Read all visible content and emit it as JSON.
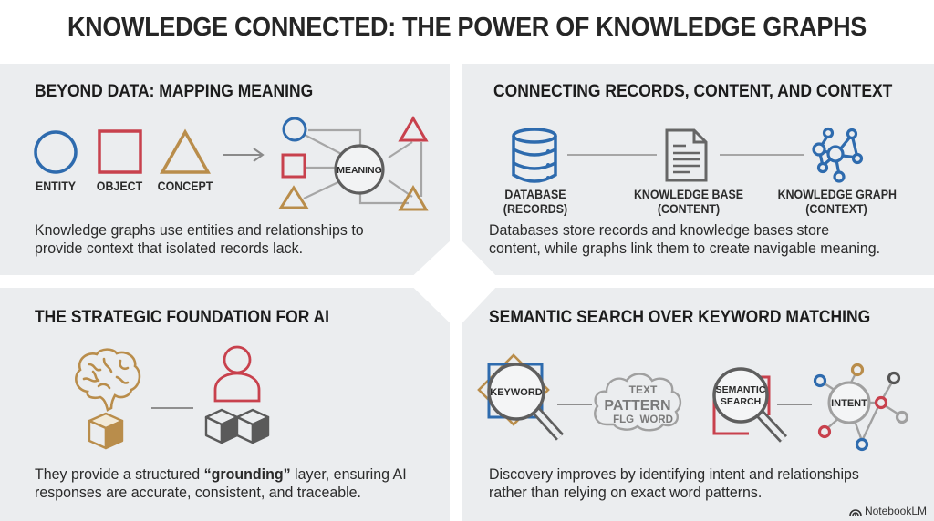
{
  "header": {
    "title": "KNOWLEDGE CONNECTED: THE POWER OF KNOWLEDGE GRAPHS"
  },
  "colors": {
    "blue": "#2e6bae",
    "red": "#c8414d",
    "gold": "#b98d4b",
    "gray": "#5e5e5e",
    "panel": "#ebedef"
  },
  "panels": [
    {
      "title": "BEYOND DATA: MAPPING MEANING",
      "icons": [
        {
          "icon": "circle-icon",
          "label": "ENTITY"
        },
        {
          "icon": "square-icon",
          "label": "OBJECT"
        },
        {
          "icon": "triangle-icon",
          "label": "CONCEPT"
        }
      ],
      "center_node": "MEANING",
      "description_lines": [
        "Knowledge graphs use entities and relationships to",
        "provide context that isolated records lack."
      ]
    },
    {
      "title": "CONNECTING RECORDS, CONTENT, AND CONTEXT",
      "icons": [
        {
          "icon": "database-icon",
          "label_line1": "DATABASE",
          "label_line2": "(RECORDS)"
        },
        {
          "icon": "document-icon",
          "label_line1": "KNOWLEDGE BASE",
          "label_line2": "(CONTENT)"
        },
        {
          "icon": "network-graph-icon",
          "label_line1": "KNOWLEDGE GRAPH",
          "label_line2": "(CONTEXT)"
        }
      ],
      "description_lines": [
        "Databases store records and knowledge bases store",
        "content, while graphs link them to create navigable meaning."
      ]
    },
    {
      "title": "THE STRATEGIC FOUNDATION FOR AI",
      "icons": [
        {
          "icon": "brain-icon"
        },
        {
          "icon": "person-on-blocks-icon"
        }
      ],
      "description_pre": "They provide a structured ",
      "description_bold": "“grounding”",
      "description_post": " layer, ensuring AI",
      "description_line2": "responses are accurate, consistent, and traceable."
    },
    {
      "title": "SEMANTIC SEARCH OVER KEYWORD MATCHING",
      "keyword_label": "KEYWORD",
      "cloud_words": [
        "TEXT",
        "PATTERN",
        "FLG  WORD"
      ],
      "semantic_label_line1": "SEMANTIC",
      "semantic_label_line2": "SEARCH",
      "intent_label": "INTENT",
      "description_lines": [
        "Discovery improves by identifying intent and relationships",
        "rather than relying on exact word patterns."
      ]
    }
  ],
  "brand": {
    "icon": "notebooklm-icon",
    "label": "NotebookLM"
  }
}
